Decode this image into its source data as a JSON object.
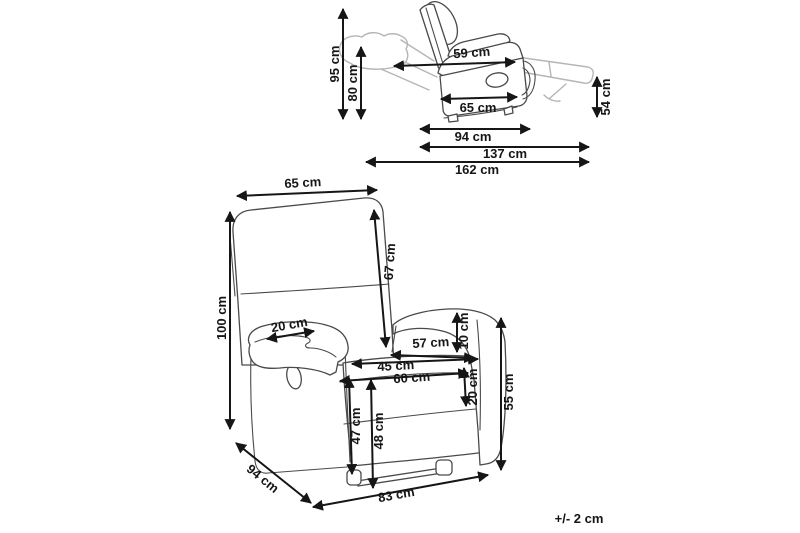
{
  "diagram_title": "recliner-armchair-dimension-drawing",
  "tolerance_note": "+/- 2 cm",
  "colors": {
    "line": "#4a4a4a",
    "ghost": "#b5b5b5",
    "dim": "#161616",
    "text": "#161616",
    "background": "#ffffff"
  },
  "side_view": {
    "description": "side view of recliner with backrest reclined and footrest extended",
    "dims": {
      "height_total": "95 cm",
      "height_back": "80 cm",
      "armrest_depth": "59 cm",
      "body_width": "65 cm",
      "footrest_height": "54 cm",
      "depth": "94 cm",
      "depth_extended": "137 cm",
      "length_reclined": "162 cm"
    }
  },
  "front_view": {
    "description": "three-quarter front view of recliner armchair",
    "dims": {
      "backrest_width": "65 cm",
      "height_total": "100 cm",
      "backrest_height": "67 cm",
      "armrest_width": "20 cm",
      "seat_width_back": "57 cm",
      "seat_width": "45 cm",
      "seat_width_front": "60 cm",
      "armrest_pad_height": "10 cm",
      "seat_cushion_thickness": "20 cm",
      "armrest_height": "55 cm",
      "seat_height_front": "47 cm",
      "seat_height": "48 cm",
      "depth": "94 cm",
      "base_width": "83 cm"
    }
  }
}
